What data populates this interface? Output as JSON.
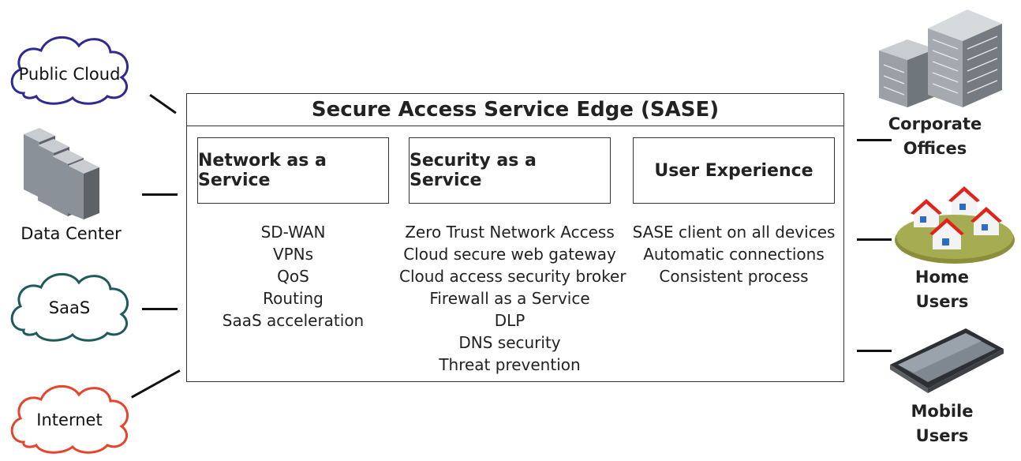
{
  "diagram": {
    "title": "Secure Access Service Edge (SASE)",
    "left_nodes": [
      {
        "label": "Public Cloud",
        "icon": "cloud-icon",
        "color": "#2e2a8f"
      },
      {
        "label": "Data Center",
        "icon": "server-rack-icon"
      },
      {
        "label": "SaaS",
        "icon": "cloud-icon",
        "color": "#1f5a5a"
      },
      {
        "label": "Internet",
        "icon": "cloud-icon",
        "color": "#e8442c"
      }
    ],
    "services": [
      {
        "heading": "Network as a Service",
        "items": [
          "SD-WAN",
          "VPNs",
          "QoS",
          "Routing",
          "SaaS acceleration"
        ]
      },
      {
        "heading": "Security as a Service",
        "items": [
          "Zero Trust Network Access",
          "Cloud secure web gateway",
          "Cloud access security broker",
          "Firewall as a Service",
          "DLP",
          "DNS security",
          "Threat prevention"
        ]
      },
      {
        "heading": "User Experience",
        "items": [
          "SASE client on all devices",
          "Automatic connections",
          "Consistent process"
        ]
      }
    ],
    "right_nodes": [
      {
        "line1": "Corporate",
        "line2": "Offices",
        "icon": "office-building-icon"
      },
      {
        "line1": "Home",
        "line2": "Users",
        "icon": "houses-icon"
      },
      {
        "line1": "Mobile",
        "line2": "Users",
        "icon": "tablet-icon"
      }
    ]
  }
}
